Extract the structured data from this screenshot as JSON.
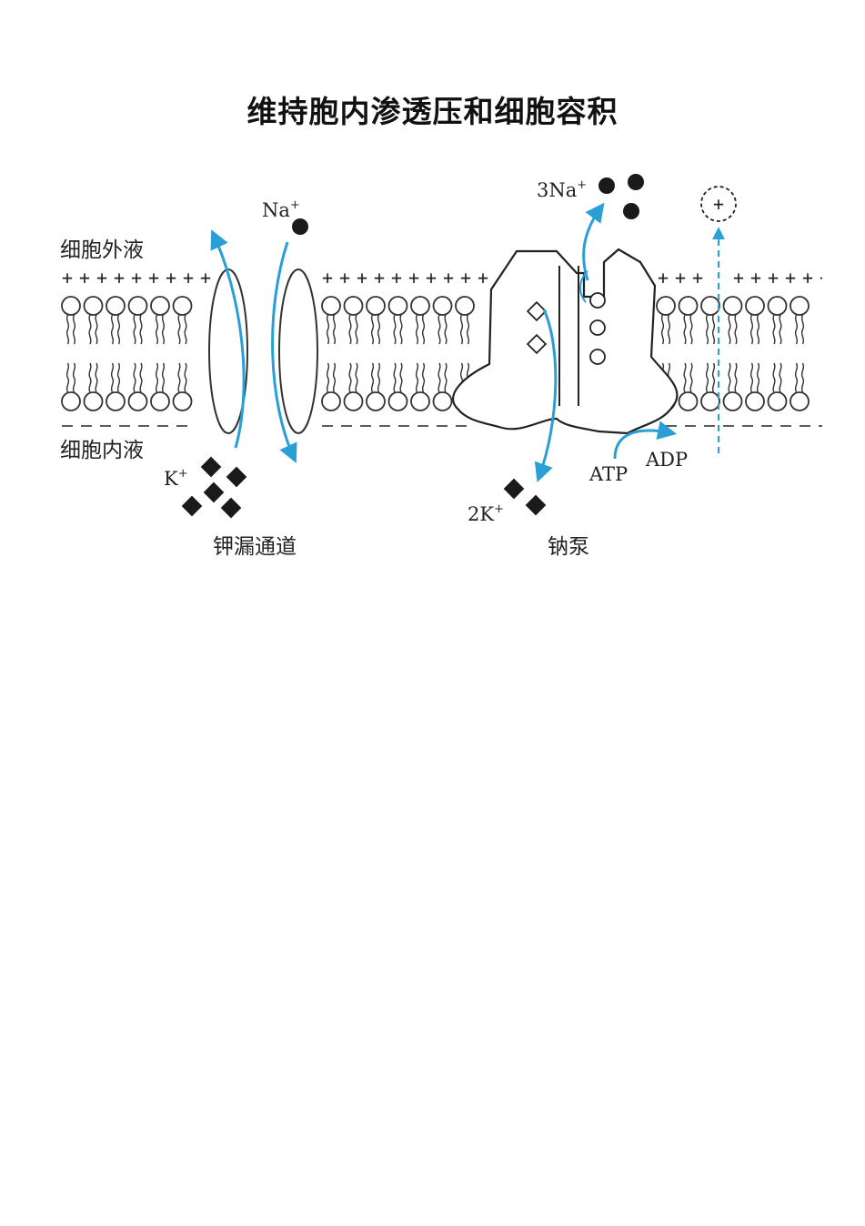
{
  "title": "维持胞内渗透压和细胞容积",
  "labels": {
    "extracellular": "细胞外液",
    "intracellular": "细胞内液",
    "k_leak_channel": "钾漏通道",
    "na_pump": "钠泵",
    "na_ion": "Na",
    "k_ion": "K",
    "three_na": "3Na",
    "two_k": "2K",
    "superscript_plus": "+",
    "atp": "ATP",
    "adp": "ADP",
    "positive_charge": "+"
  },
  "colors": {
    "arrow": "#2a9fd6",
    "ion": "#1a1a1a",
    "membrane_stroke": "#333333",
    "membrane_fill": "#ffffff"
  }
}
